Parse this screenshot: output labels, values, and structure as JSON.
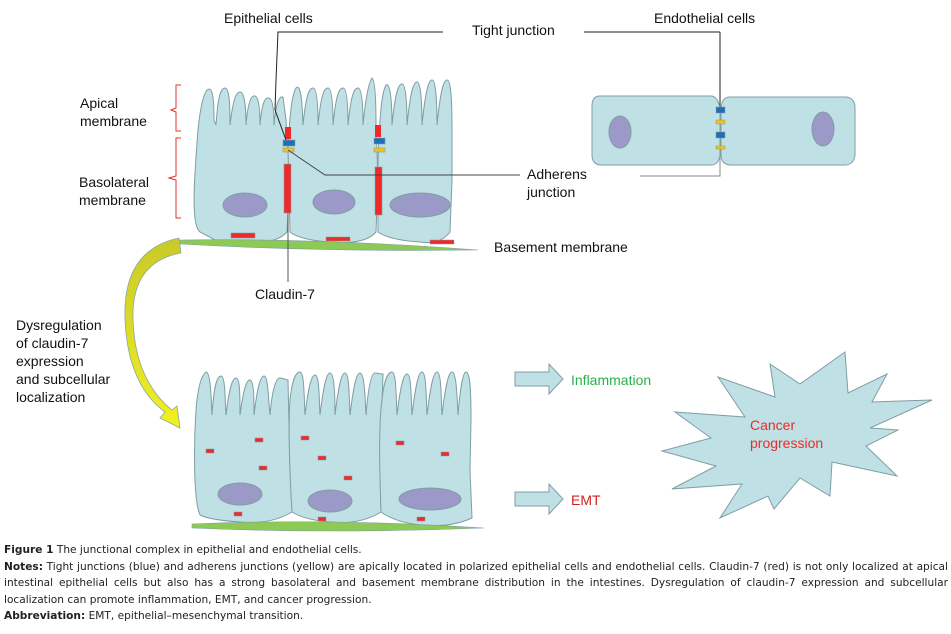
{
  "labels": {
    "epithelial_cells": "Epithelial cells",
    "tight_junction": "Tight junction",
    "endothelial_cells": "Endothelial cells",
    "apical_membrane": "Apical\nmembrane",
    "basolateral_membrane": "Basolateral\nmembrane",
    "adherens_junction": "Adherens\njunction",
    "basement_membrane": "Basement membrane",
    "claudin7": "Claudin-7",
    "dysregulation": "Dysregulation\nof claudin-7\nexpression\nand subcellular\nlocalization",
    "inflammation": "Inflammation",
    "emt": "EMT",
    "cancer_progression": "Cancer\nprogression"
  },
  "colors": {
    "cell_fill": "#bfe0e4",
    "cell_stroke": "#7f9ea3",
    "nucleus": "#9b99c7",
    "tight_junction_blue": "#1f6fb5",
    "adherens_yellow": "#f4c217",
    "claudin_red": "#ee2a2a",
    "basement_green": "#8dc955",
    "arrow_yellow": "#d8d92a",
    "inflammation_text": "#2bb04a",
    "emt_text": "#cc2222",
    "cancer_text": "#ee2a2a",
    "bracket_red": "#e0302a"
  },
  "caption": {
    "figure_label": "Figure 1",
    "figure_title": "The junctional complex in epithelial and endothelial cells.",
    "notes_label": "Notes:",
    "notes_text": "Tight junctions (blue) and adherens junctions (yellow) are apically located in polarized epithelial cells and endothelial cells. Claudin-7 (red) is not only localized at apical intestinal epithelial cells but also has a strong basolateral and basement membrane distribution in the intestines. Dysregulation of claudin-7 expression and subcellular localization can promote inflammation, EMT, and cancer progression.",
    "abbreviation_label": "Abbreviation:",
    "abbreviation_text": "EMT, epithelial–mesenchymal transition."
  }
}
